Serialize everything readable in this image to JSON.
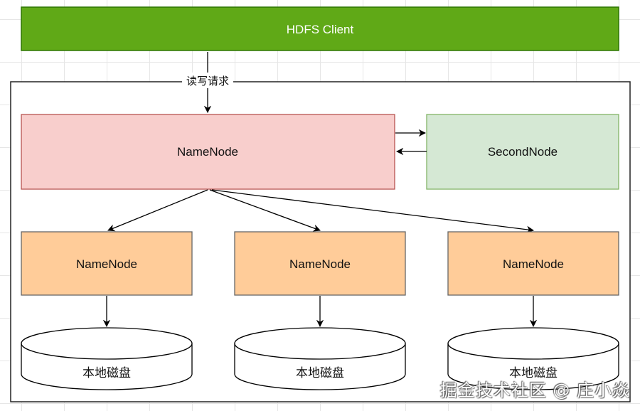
{
  "diagram": {
    "client": {
      "label": "HDFS Client",
      "fill": "#60a917",
      "stroke": "#2d7600"
    },
    "request_edge_label": "读写请求",
    "namenode": {
      "label": "NameNode",
      "fill": "#f8cecc",
      "stroke": "#b85450"
    },
    "secondnode": {
      "label": "SecondNode",
      "fill": "#d5e8d4",
      "stroke": "#82b366"
    },
    "data_nodes": [
      {
        "label": "NameNode",
        "disk_label": "本地磁盘"
      },
      {
        "label": "NameNode",
        "disk_label": "本地磁盘"
      },
      {
        "label": "NameNode",
        "disk_label": "本地磁盘"
      }
    ],
    "data_node_fill": "#ffcc99",
    "data_node_stroke": "#666666"
  },
  "watermark": "掘金技术社区 @ 庄小焱"
}
